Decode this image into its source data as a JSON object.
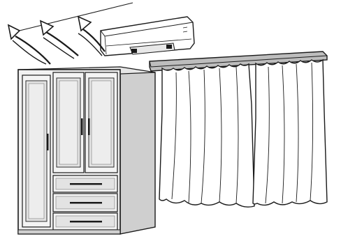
{
  "illustration": {
    "subject": "",
    "colors": {
      "stroke": "#1a1a1a",
      "wardrobe_side": "#cfcfcf",
      "wardrobe_front": "#f1f1f1",
      "wardrobe_panel": "#e3e3e3",
      "curtain_rail": "#bdbdbd",
      "curtain_fabric": "#ffffff",
      "ac_unit": "#ffffff",
      "airflow_arrow": "#1a1a1a"
    },
    "airflow_arrow_count": 3,
    "wardrobe_door_count": 3,
    "wardrobe_drawer_count": 3,
    "curtain_panel_count": 2
  }
}
